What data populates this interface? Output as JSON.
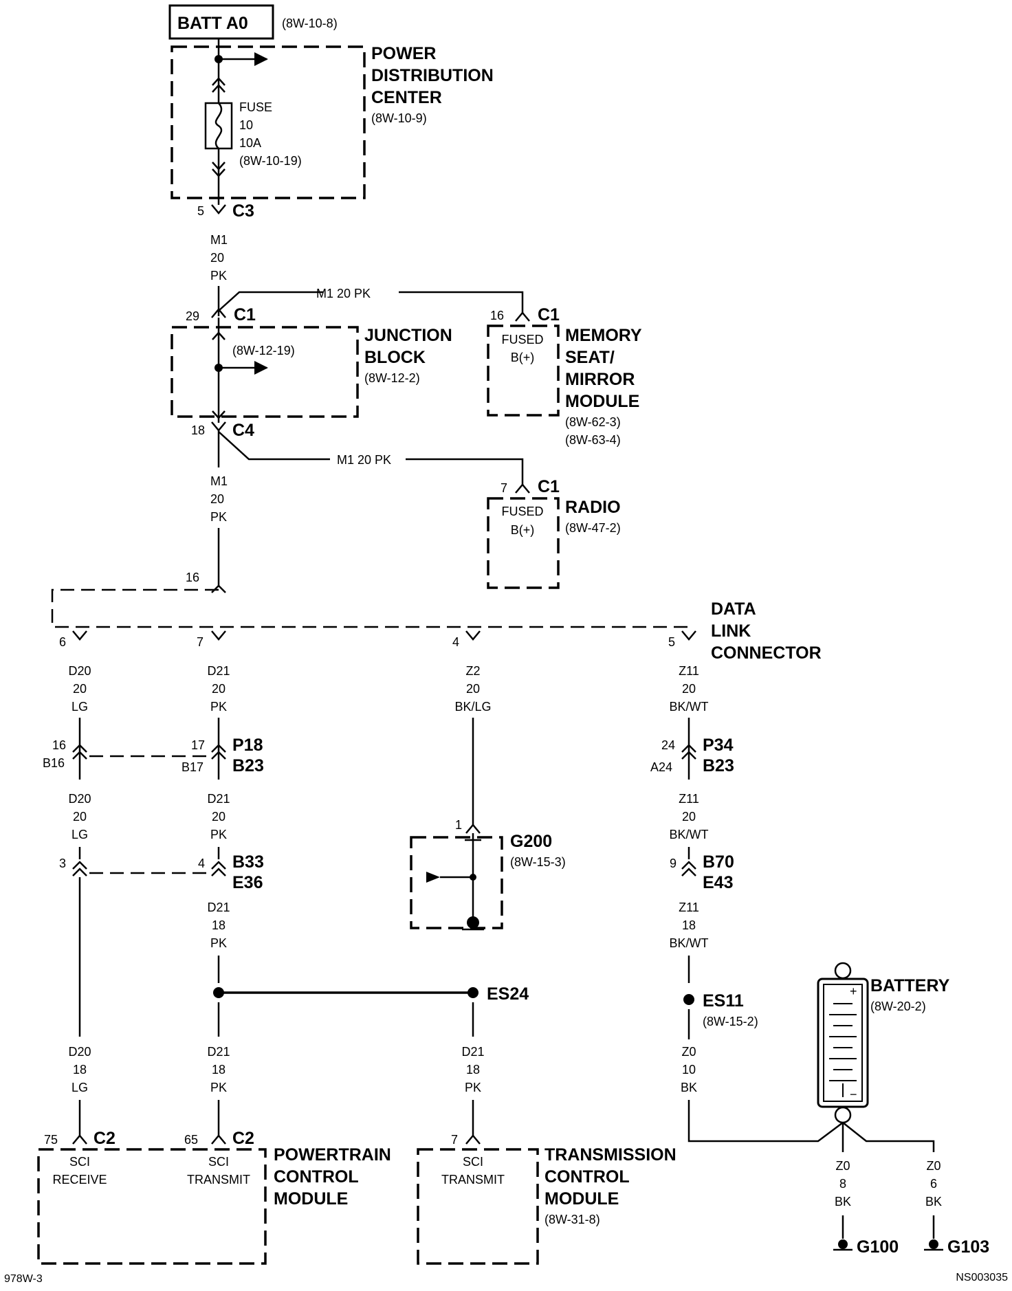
{
  "batt": {
    "label": "BATT A0",
    "ref": "(8W-10-8)"
  },
  "pdc": {
    "title1": "POWER",
    "title2": "DISTRIBUTION",
    "title3": "CENTER",
    "ref": "(8W-10-9)",
    "fuse1": "FUSE",
    "fuse2": "10",
    "fuse3": "10A",
    "fuse4": "(8W-10-19)"
  },
  "c3": {
    "pin": "5",
    "name": "C3"
  },
  "w1": {
    "a": "M1",
    "b": "20",
    "c": "PK"
  },
  "jb_c1": {
    "pin": "29",
    "name": "C1"
  },
  "jb_branch": "M1  20 PK",
  "jb": {
    "title1": "JUNCTION",
    "title2": "BLOCK",
    "ref": "(8W-12-2)",
    "inner": "(8W-12-19)"
  },
  "msm_c1": {
    "pin": "16",
    "name": "C1"
  },
  "msm": {
    "in1": "FUSED",
    "in2": "B(+)",
    "title1": "MEMORY",
    "title2": "SEAT/",
    "title3": "MIRROR",
    "title4": "MODULE",
    "ref1": "(8W-62-3)",
    "ref2": "(8W-63-4)"
  },
  "jb_c4": {
    "pin": "18",
    "name": "C4"
  },
  "radio_branch": "M1  20 PK",
  "w2": {
    "a": "M1",
    "b": "20",
    "c": "PK"
  },
  "radio_c1": {
    "pin": "7",
    "name": "C1"
  },
  "radio": {
    "in1": "FUSED",
    "in2": "B(+)",
    "title": "RADIO",
    "ref": "(8W-47-2)"
  },
  "dlc": {
    "pin16": "16",
    "pin6": "6",
    "pin7": "7",
    "pin4": "4",
    "pin5": "5",
    "title1": "DATA",
    "title2": "LINK",
    "title3": "CONNECTOR"
  },
  "d20a": {
    "a": "D20",
    "b": "20",
    "c": "LG"
  },
  "d21a": {
    "a": "D21",
    "b": "20",
    "c": "PK"
  },
  "z2": {
    "a": "Z2",
    "b": "20",
    "c": "BK/LG"
  },
  "z11a": {
    "a": "Z11",
    "b": "20",
    "c": "BK/WT"
  },
  "p18": {
    "pinL1": "16",
    "pinL2": "B16",
    "pinR1": "17",
    "pinR2": "B17",
    "name1": "P18",
    "name2": "B23"
  },
  "p34": {
    "pin1": "24",
    "pin2": "A24",
    "name1": "P34",
    "name2": "B23"
  },
  "d20b": {
    "a": "D20",
    "b": "20",
    "c": "LG"
  },
  "d21b": {
    "a": "D21",
    "b": "20",
    "c": "PK"
  },
  "z11b": {
    "a": "Z11",
    "b": "20",
    "c": "BK/WT"
  },
  "g200": {
    "pin": "1",
    "name": "G200",
    "ref": "(8W-15-3)"
  },
  "b33": {
    "pinL": "3",
    "pinR": "4",
    "name1": "B33",
    "name2": "E36"
  },
  "b70": {
    "pin": "9",
    "name1": "B70",
    "name2": "E43"
  },
  "d21c": {
    "a": "D21",
    "b": "18",
    "c": "PK"
  },
  "z11c": {
    "a": "Z11",
    "b": "18",
    "c": "BK/WT"
  },
  "es24": {
    "name": "ES24"
  },
  "es11": {
    "name": "ES11",
    "ref": "(8W-15-2)"
  },
  "battery": {
    "title": "BATTERY",
    "ref": "(8W-20-2)",
    "plus": "+",
    "minus": "−"
  },
  "d20c": {
    "a": "D20",
    "b": "18",
    "c": "LG"
  },
  "d21d": {
    "a": "D21",
    "b": "18",
    "c": "PK"
  },
  "d21e": {
    "a": "D21",
    "b": "18",
    "c": "PK"
  },
  "z0a": {
    "a": "Z0",
    "b": "10",
    "c": "BK"
  },
  "z0b": {
    "a": "Z0",
    "b": "8",
    "c": "BK"
  },
  "z0c": {
    "a": "Z0",
    "b": "6",
    "c": "BK"
  },
  "pcm": {
    "pin75": "75",
    "c2a": "C2",
    "pin65": "65",
    "c2b": "C2",
    "in1a": "SCI",
    "in1b": "RECEIVE",
    "in2a": "SCI",
    "in2b": "TRANSMIT",
    "title1": "POWERTRAIN",
    "title2": "CONTROL",
    "title3": "MODULE"
  },
  "tcm": {
    "pin": "7",
    "in1": "SCI",
    "in2": "TRANSMIT",
    "title1": "TRANSMISSION",
    "title2": "CONTROL",
    "title3": "MODULE",
    "ref": "(8W-31-8)"
  },
  "g100": "G100",
  "g103": "G103",
  "footer": {
    "left": "978W-3",
    "right": "NS003035"
  }
}
